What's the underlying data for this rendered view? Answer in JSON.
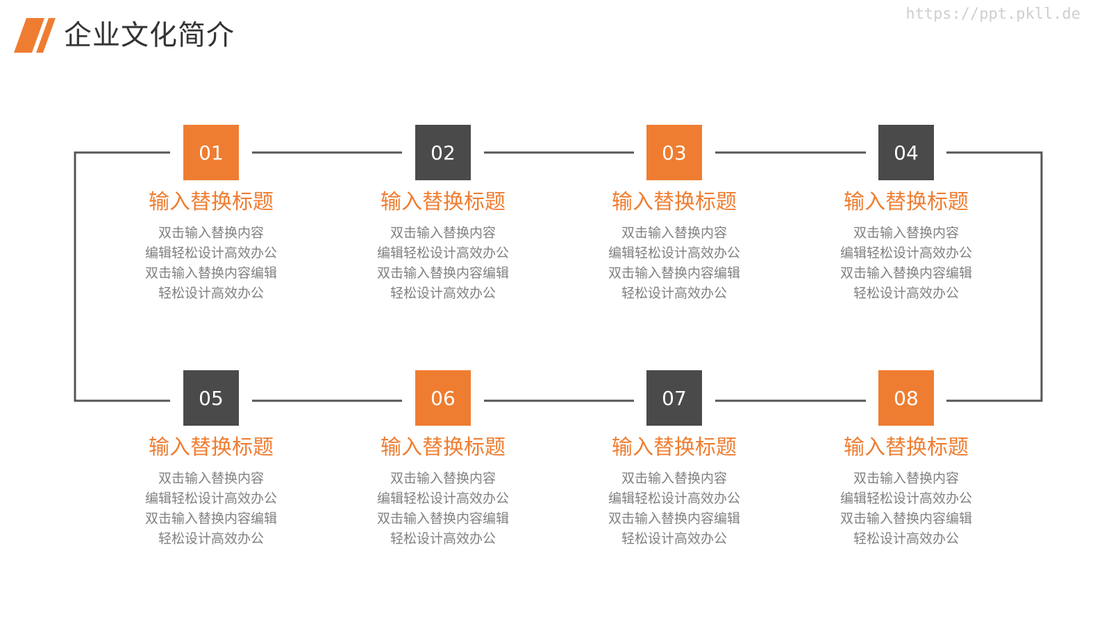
{
  "header": {
    "title": "企业文化简介",
    "watermark": "https://ppt.pkll.de"
  },
  "colors": {
    "accent": "#ef7d31",
    "dark": "#4a4a4a",
    "line": "#555555",
    "desc": "#808080"
  },
  "steps": [
    {
      "number": "01",
      "title": "输入替换标题",
      "lines": [
        "双击输入替换内容",
        "编辑轻松设计高效办公",
        "双击输入替换内容编辑",
        "轻松设计高效办公"
      ],
      "box_color": "#ef7d31"
    },
    {
      "number": "02",
      "title": "输入替换标题",
      "lines": [
        "双击输入替换内容",
        "编辑轻松设计高效办公",
        "双击输入替换内容编辑",
        "轻松设计高效办公"
      ],
      "box_color": "#4a4a4a"
    },
    {
      "number": "03",
      "title": "输入替换标题",
      "lines": [
        "双击输入替换内容",
        "编辑轻松设计高效办公",
        "双击输入替换内容编辑",
        "轻松设计高效办公"
      ],
      "box_color": "#ef7d31"
    },
    {
      "number": "04",
      "title": "输入替换标题",
      "lines": [
        "双击输入替换内容",
        "编辑轻松设计高效办公",
        "双击输入替换内容编辑",
        "轻松设计高效办公"
      ],
      "box_color": "#4a4a4a"
    },
    {
      "number": "05",
      "title": "输入替换标题",
      "lines": [
        "双击输入替换内容",
        "编辑轻松设计高效办公",
        "双击输入替换内容编辑",
        "轻松设计高效办公"
      ],
      "box_color": "#4a4a4a"
    },
    {
      "number": "06",
      "title": "输入替换标题",
      "lines": [
        "双击输入替换内容",
        "编辑轻松设计高效办公",
        "双击输入替换内容编辑",
        "轻松设计高效办公"
      ],
      "box_color": "#ef7d31"
    },
    {
      "number": "07",
      "title": "输入替换标题",
      "lines": [
        "双击输入替换内容",
        "编辑轻松设计高效办公",
        "双击输入替换内容编辑",
        "轻松设计高效办公"
      ],
      "box_color": "#4a4a4a"
    },
    {
      "number": "08",
      "title": "输入替换标题",
      "lines": [
        "双击输入替换内容",
        "编辑轻松设计高效办公",
        "双击输入替换内容编辑",
        "轻松设计高效办公"
      ],
      "box_color": "#ef7d31"
    }
  ]
}
